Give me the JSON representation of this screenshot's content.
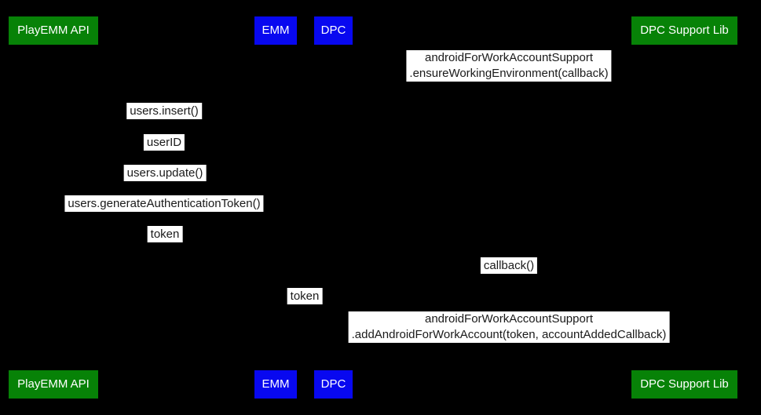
{
  "diagram": {
    "actors": {
      "playemm_api": "PlayEMM API",
      "emm": "EMM",
      "dpc": "DPC",
      "dpc_support_lib": "DPC Support Lib"
    },
    "messages": {
      "ensure_env_line1": "androidForWorkAccountSupport",
      "ensure_env_line2": ".ensureWorkingEnvironment(callback)",
      "users_insert": "users.insert()",
      "user_id": "userID",
      "users_update": "users.update()",
      "generate_auth_token": "users.generateAuthenticationToken()",
      "token_return": "token",
      "callback": "callback()",
      "token_forward": "token",
      "add_account_line1": "androidForWorkAccountSupport",
      "add_account_line2": ".addAndroidForWorkAccount(token, accountAddedCallback)"
    },
    "colors": {
      "background": "#000000",
      "actor_green": "#078207",
      "actor_blue": "#0808f0",
      "actor_text": "#ffffff",
      "label_background": "#ffffff",
      "label_text": "#1a1a1a"
    }
  }
}
